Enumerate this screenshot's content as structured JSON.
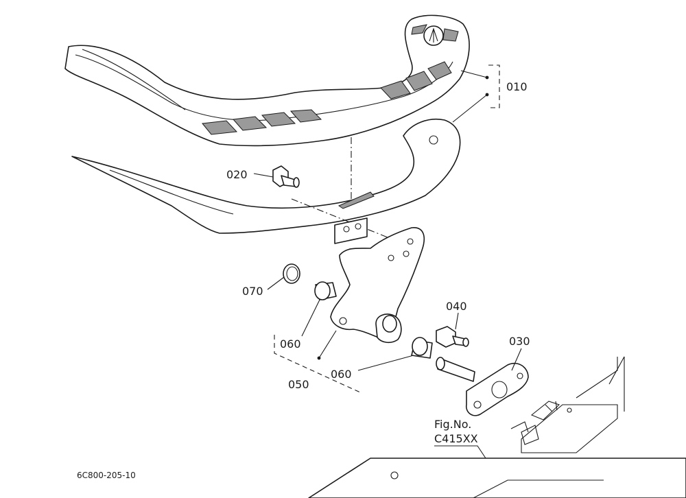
{
  "labels": {
    "p010": "010",
    "p020": "020",
    "p030": "030",
    "p040": "040",
    "p050": "050",
    "p060a": "060",
    "p060b": "060",
    "p070": "070"
  },
  "fig_ref": {
    "line1": "Fig.No.",
    "line2": "C415XX"
  },
  "drawing_number": "6C800-205-10"
}
